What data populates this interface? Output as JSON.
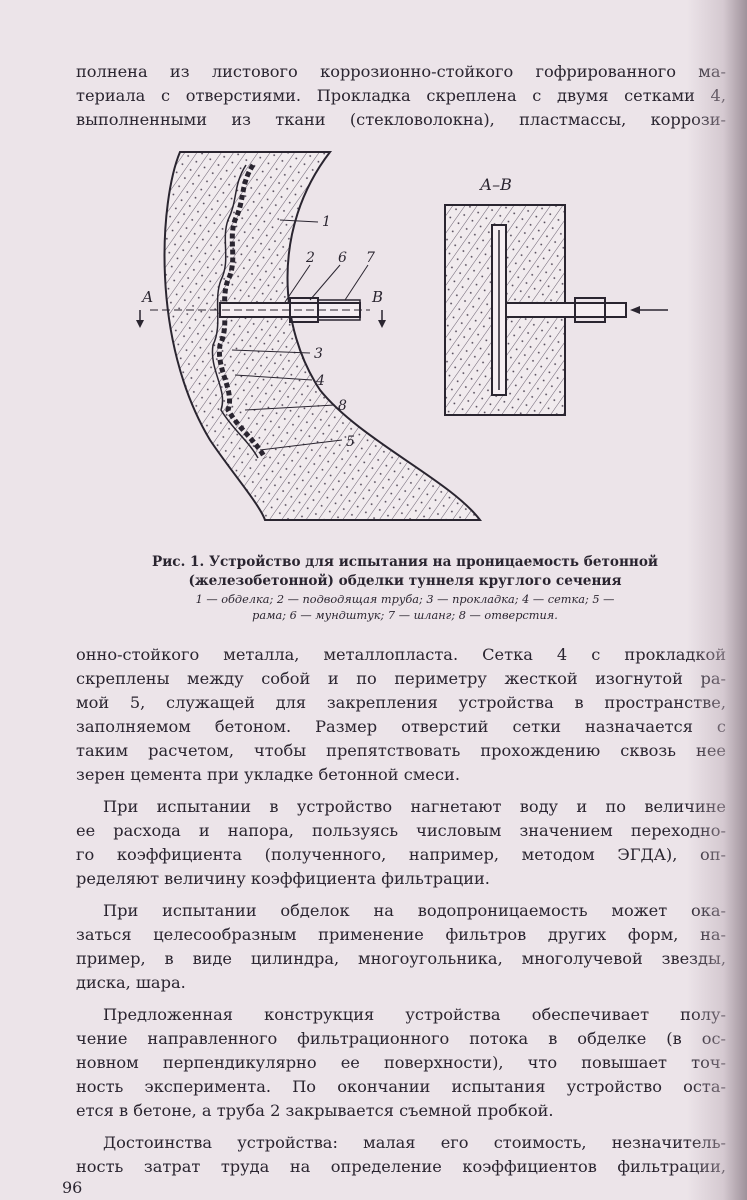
{
  "top_lines": [
    "полнена из листового коррозионно-стойкого гофрированного ма-",
    "териала с отверстиями. Прокладка скреплена с двумя сетками 4,",
    "выполненными из ткани (стекловолокна), пластмассы, коррози-"
  ],
  "figure": {
    "section_label": "А–В",
    "label_A": "А",
    "label_B": "В",
    "callouts": [
      "1",
      "2",
      "6",
      "7",
      "3",
      "4",
      "8",
      "5"
    ],
    "caption_title_line1": "Рис. 1. Устройство для испытания на проницаемость бетонной",
    "caption_title_line2": "(железобетонной) обделки туннеля круглого сечения",
    "legend_line1": "1 — обделка;  2 — подводящая  труба;  3 — прокладка;  4 — сетка;  5 —",
    "legend_line2": "рама;  6 — мундштук;  7 — шланг;  8 — отверстия."
  },
  "body_lines": [
    "онно-стойкого металла, металлопласта. Сетка 4 с прокладкой",
    "скреплены между собой и по периметру жесткой изогнутой ра-",
    "мой 5, служащей для закрепления устройства в пространстве,",
    "заполняемом бетоном. Размер отверстий сетки назначается с",
    "таким расчетом, чтобы препятствовать прохождению сквозь нее",
    "зерен цемента при укладке бетонной смеси.",
    "При испытании в устройство нагнетают воду и по величине",
    "ее расхода и напора, пользуясь числовым значением переходно-",
    "го коэффициента (полученного, например, методом ЭГДА), оп-",
    "ределяют величину коэффициента фильтрации.",
    "При испытании обделок на водопроницаемость может ока-",
    "заться целесообразным применение фильтров других форм, на-",
    "пример, в виде цилиндра, многоугольника, многолучевой звезды,",
    "диска, шара.",
    "Предложенная конструкция устройства обеспечивает полу-",
    "чение направленного фильтрационного потока в обделке (в ос-",
    "новном перпендикулярно ее поверхности), что повышает точ-",
    "ность эксперимента. По окончании испытания устройство оста-",
    "ется в бетоне, а труба 2 закрывается съемной пробкой.",
    "Достоинства устройства: малая его стоимость, незначитель-",
    "ность затрат труда на определение коэффициентов фильтрации,"
  ],
  "page_number": "96"
}
